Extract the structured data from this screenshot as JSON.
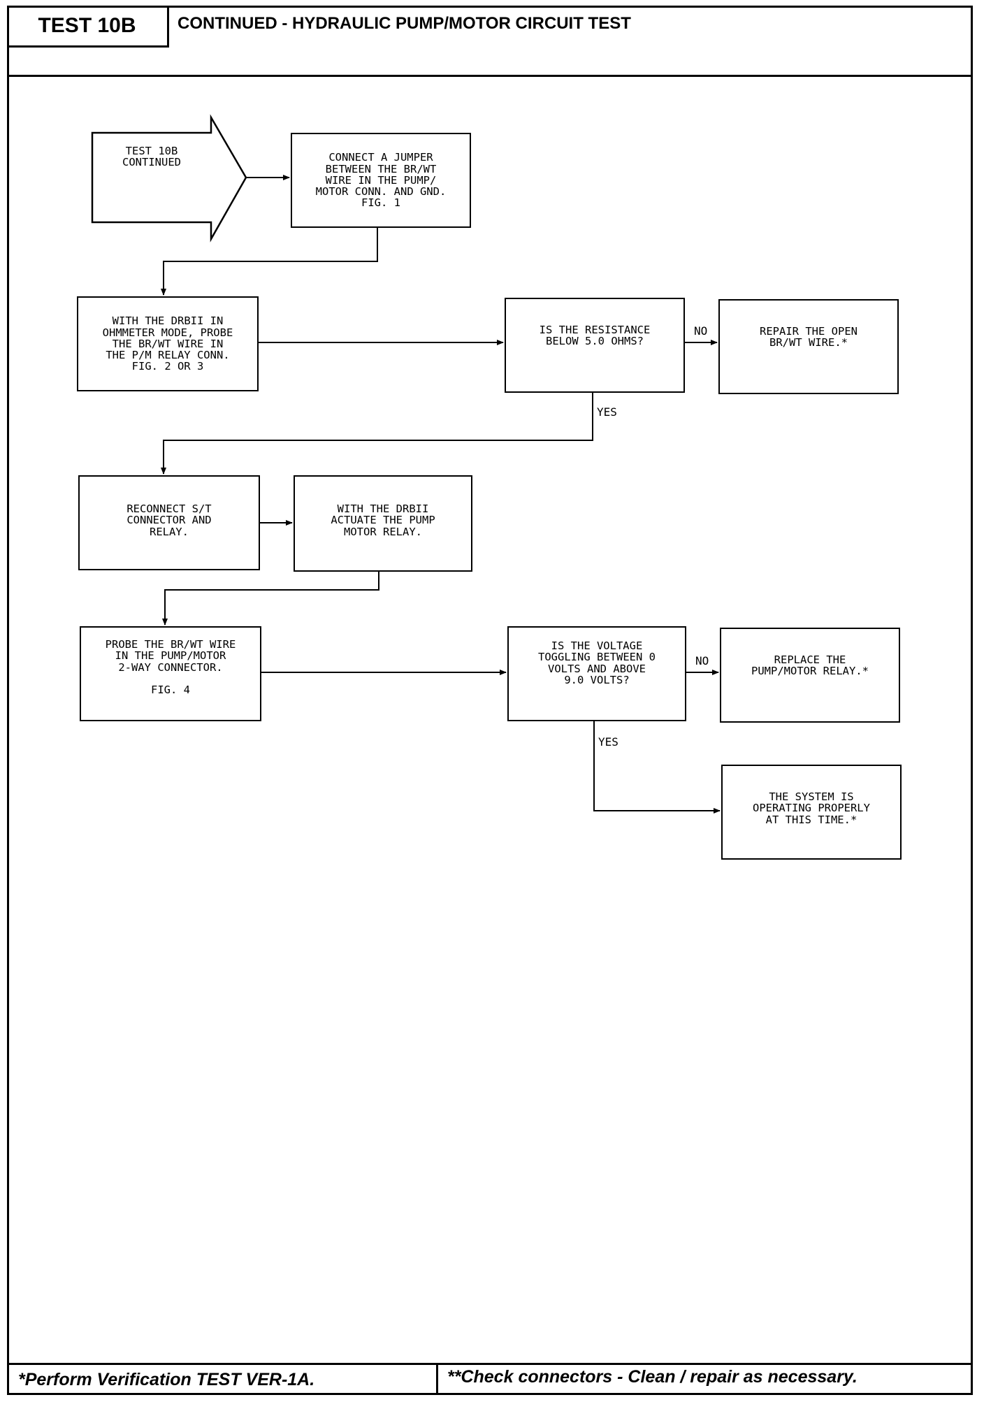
{
  "header": {
    "test_id": "TEST 10B",
    "title": "CONTINUED - HYDRAULIC PUMP/MOTOR CIRCUIT TEST"
  },
  "flowchart": {
    "start": "TEST 10B\nCONTINUED",
    "connect_jumper": "CONNECT A JUMPER\nBETWEEN THE BR/WT\nWIRE IN THE PUMP/\nMOTOR CONN. AND GND.\nFIG. 1",
    "ohmmeter_probe": "WITH THE DRBII IN\nOHMMETER MODE, PROBE\nTHE BR/WT WIRE IN\nTHE P/M RELAY CONN.\nFIG. 2 OR 3",
    "resistance_question": "IS THE RESISTANCE\nBELOW 5.0 OHMS?",
    "repair_open_wire": "REPAIR THE OPEN\nBR/WT WIRE.*",
    "reconnect": "RECONNECT S/T\nCONNECTOR AND\nRELAY.",
    "actuate_relay": "WITH THE DRBII\nACTUATE THE PUMP\nMOTOR RELAY.",
    "probe_2way": "PROBE THE BR/WT WIRE\nIN THE PUMP/MOTOR\n2-WAY CONNECTOR.\n\nFIG. 4",
    "voltage_question": "IS THE VOLTAGE\nTOGGLING BETWEEN 0\nVOLTS AND ABOVE\n9.0 VOLTS?",
    "replace_relay": "REPLACE THE\nPUMP/MOTOR RELAY.*",
    "system_ok": "THE SYSTEM IS\nOPERATING PROPERLY\nAT THIS TIME.*",
    "labels": {
      "no_1": "NO",
      "yes_1": "YES",
      "no_2": "NO",
      "yes_2": "YES"
    }
  },
  "footer": {
    "left": "*Perform Verification TEST VER-1A.",
    "right": "**Check connectors - Clean / repair as necessary."
  }
}
